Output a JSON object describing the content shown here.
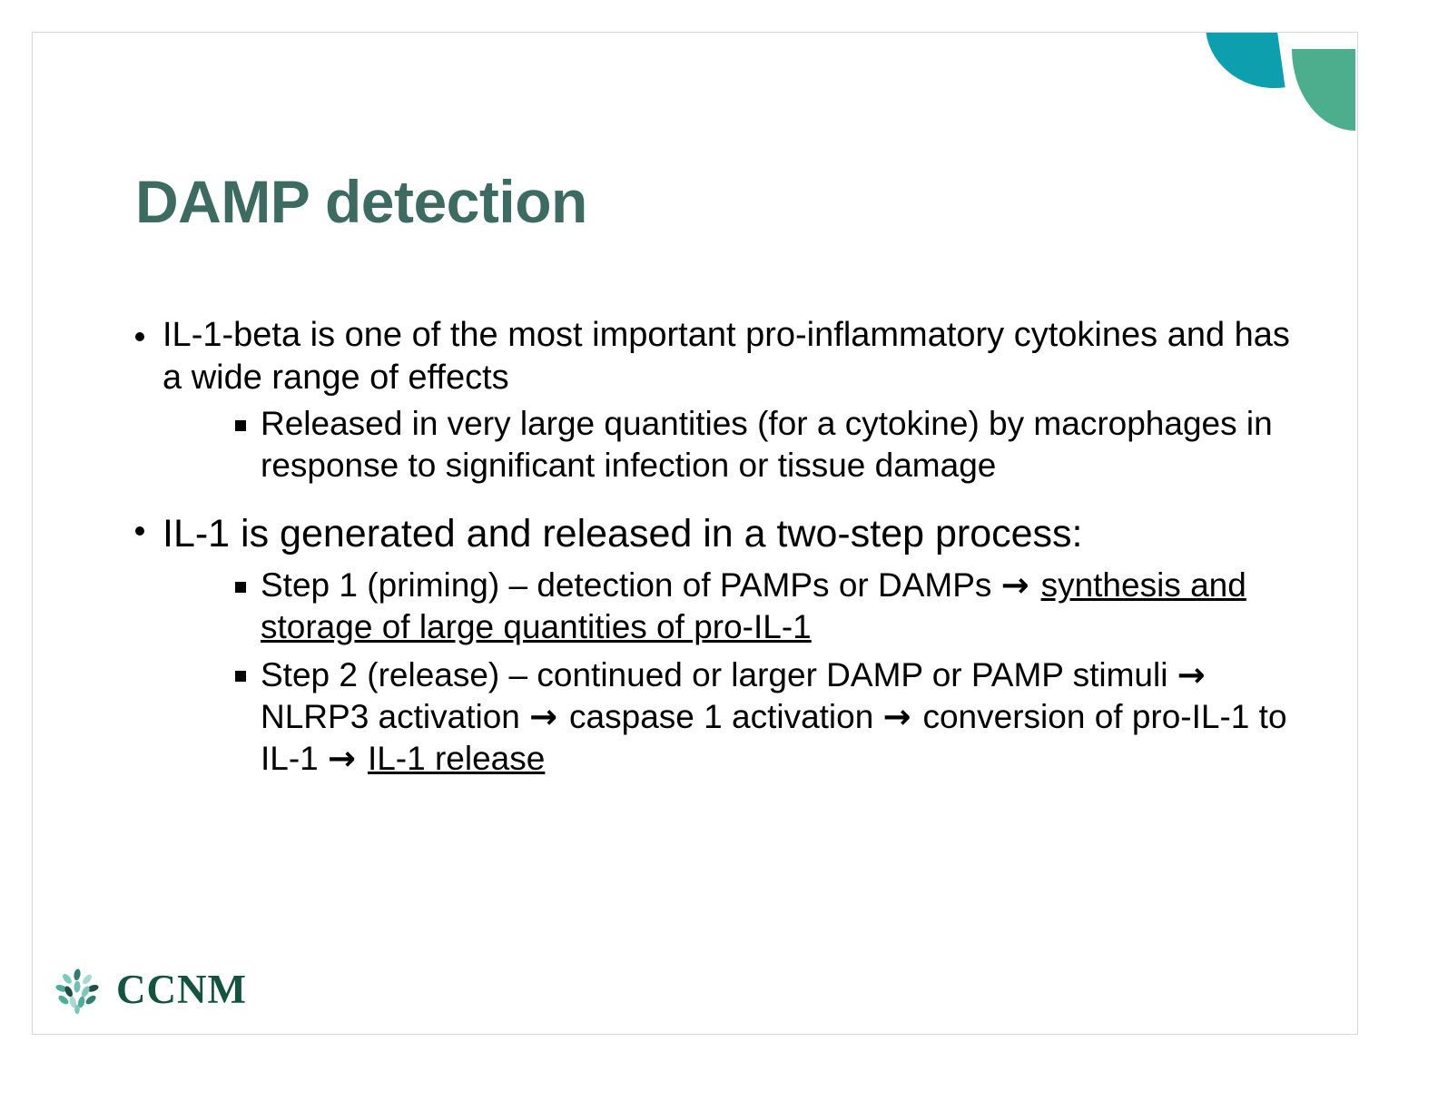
{
  "slide": {
    "title": "DAMP detection",
    "title_color": "#3D6B62",
    "background_color": "#FFFFFF",
    "body_text_color": "#000000",
    "decorations": {
      "petal_teal_color": "#0E9FAE",
      "petal_green_color": "#4CAE8D",
      "petal_teal_name": "teal-petal-shape",
      "petal_green_name": "green-petal-shape"
    },
    "bullets": [
      {
        "level": 1,
        "marker": "dot",
        "text": "IL-1-beta is one of the most important pro-inflammatory cytokines and has a wide range of effects",
        "children": [
          {
            "level": 2,
            "marker": "square",
            "text": "Released in very large quantities (for a cytokine) by macrophages in response to significant infection or tissue damage"
          }
        ]
      },
      {
        "level": 1,
        "marker": "dot",
        "text": "IL-1 is generated and released in a two-step process:",
        "children": [
          {
            "level": 2,
            "marker": "square",
            "segments": [
              {
                "text": "Step 1 (priming) – detection of PAMPs or DAMPs ",
                "underline": false
              },
              {
                "text": "→ ",
                "underline": false,
                "arrow": true
              },
              {
                "text": "synthesis and storage of large quantities of pro-IL-1",
                "underline": true
              }
            ],
            "plain_text": "Step 1 (priming) – detection of PAMPs or DAMPs → synthesis and storage of large quantities of pro-IL-1"
          },
          {
            "level": 2,
            "marker": "square",
            "segments": [
              {
                "text": "Step 2 (release) – continued or larger DAMP or PAMP stimuli ",
                "underline": false
              },
              {
                "text": "→ ",
                "underline": false,
                "arrow": true
              },
              {
                "text": "NLRP3 activation ",
                "underline": false
              },
              {
                "text": "→ ",
                "underline": false,
                "arrow": true
              },
              {
                "text": "caspase 1 activation ",
                "underline": false
              },
              {
                "text": "→ ",
                "underline": false,
                "arrow": true
              },
              {
                "text": "conversion of pro-IL-1 to IL-1 ",
                "underline": false
              },
              {
                "text": "→ ",
                "underline": false,
                "arrow": true
              },
              {
                "text": "IL-1 release",
                "underline": true
              }
            ],
            "plain_text": "Step 2 (release) – continued or larger DAMP or PAMP stimuli → NLRP3 activation → caspase 1 activation → conversion of pro-IL-1 to IL-1 → IL-1 release"
          }
        ]
      }
    ],
    "logo": {
      "wordmark": "CCNM",
      "wordmark_color": "#14543F",
      "icon_name": "ccnm-leaf-mandala-icon",
      "leaf_colors": [
        "#1F4F46",
        "#2E7F72",
        "#4FAE9B",
        "#7FC8BC",
        "#A9DAD1",
        "#6FBFB0"
      ]
    }
  }
}
